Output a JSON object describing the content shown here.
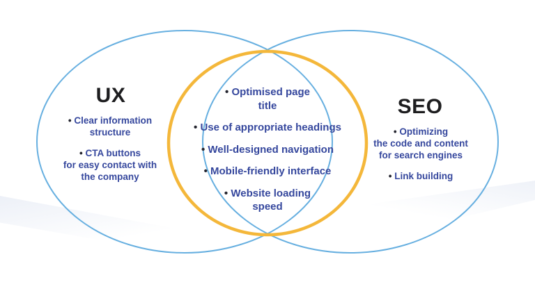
{
  "diagram": {
    "type": "venn",
    "bullet_glyph": "•",
    "left": {
      "title": "UX",
      "items": [
        "Clear information\nstructure",
        "CTA buttons\nfor easy contact with\nthe company"
      ]
    },
    "right": {
      "title": "SEO",
      "items": [
        "Optimizing\nthe code and content\nfor search engines",
        "Link building"
      ]
    },
    "intersection": {
      "items": [
        "Optimised page\ntitle",
        "Use of appropriate headings",
        "Well-designed navigation",
        "Mobile-friendly interface",
        "Website loading\nspeed"
      ]
    },
    "colors": {
      "background": "#ffffff",
      "left_circle": "#66afe0",
      "right_circle": "#66afe0",
      "intersection_circle": "#f4b73a",
      "item_text": "#35479d",
      "bullet": "#23242e",
      "title_text": "#1d1d1f",
      "backdrop_tint": "#d6deee"
    }
  }
}
